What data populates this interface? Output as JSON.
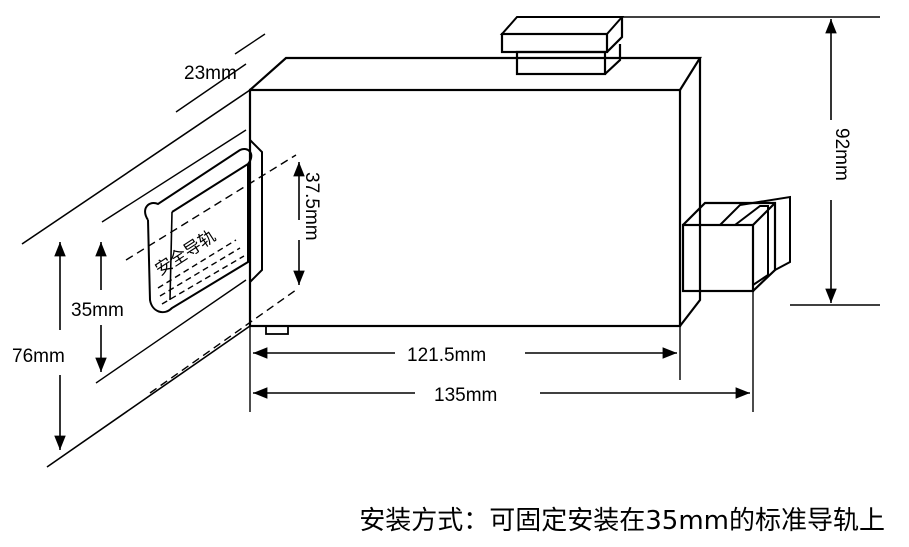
{
  "dimensions": {
    "depth": "23mm",
    "terminal_spacing": "37.5mm",
    "rail_width": "35mm",
    "height_left": "76mm",
    "body_length": "121.5mm",
    "total_length": "135mm",
    "total_height": "92mm"
  },
  "rail_label": "安全导轨",
  "caption": "安装方式：可固定安装在35mm的标准导轨上",
  "colors": {
    "line": "#000000",
    "background": "#ffffff"
  }
}
